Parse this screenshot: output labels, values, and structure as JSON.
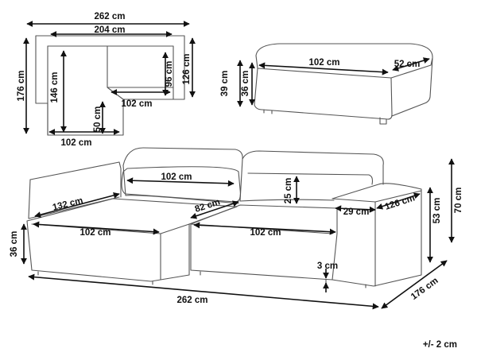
{
  "footprint": {
    "total_width": "262 cm",
    "inner_width": "204 cm",
    "total_depth": "176 cm",
    "chaise_depth": "146 cm",
    "back_height_a": "96 cm",
    "back_height_b": "126 cm",
    "seat_width": "102 cm",
    "chaise_step": "50 cm",
    "chaise_width": "102 cm"
  },
  "ottoman": {
    "width": "102 cm",
    "depth": "52 cm",
    "height_total": "39 cm",
    "height_body": "36 cm"
  },
  "sofa": {
    "backrest_width": "102 cm",
    "cushion_height": "25 cm",
    "chaise_length": "132 cm",
    "seat_depth": "82 cm",
    "armrest_width": "29 cm",
    "armrest_length": "126 cm",
    "armrest_height": "53 cm",
    "total_height": "70 cm",
    "seat_height": "36 cm",
    "seat_width_left": "102 cm",
    "seat_width_right": "102 cm",
    "leg_height": "3 cm",
    "total_width": "262 cm",
    "total_depth": "176 cm"
  },
  "tolerance": "+/- 2 cm"
}
